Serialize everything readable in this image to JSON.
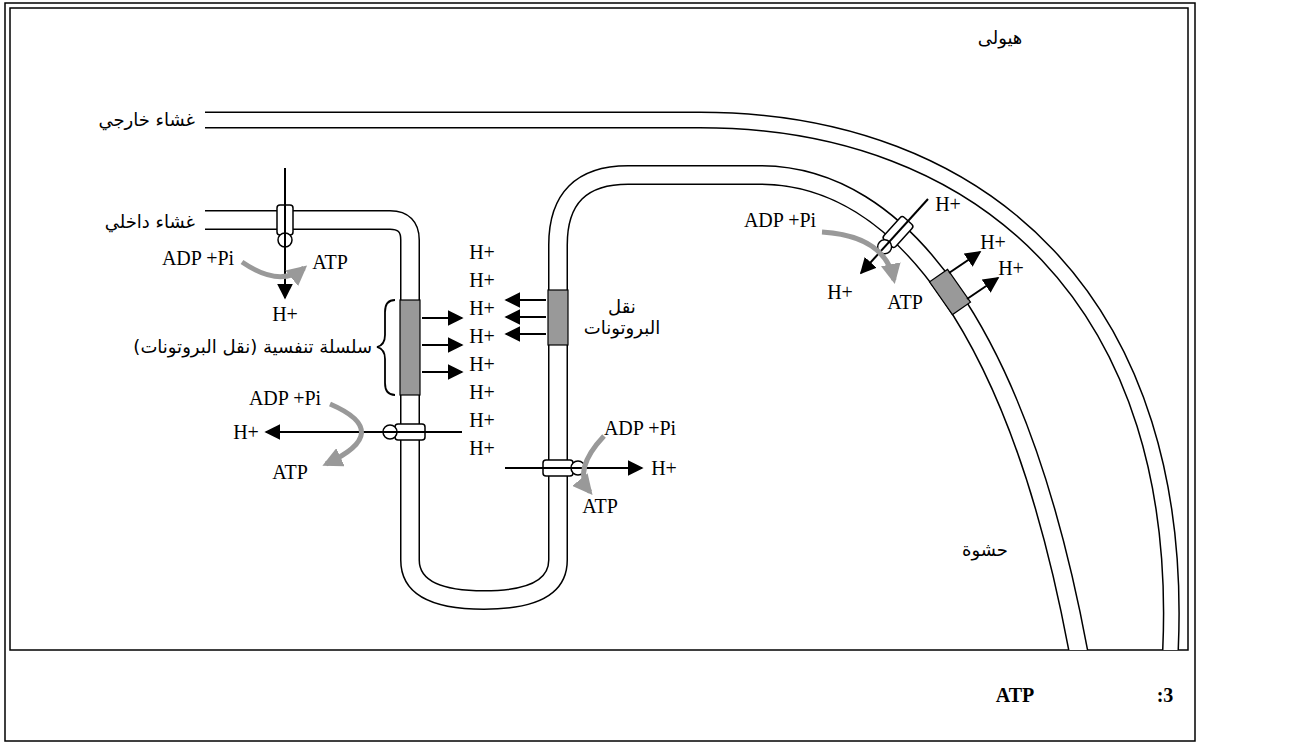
{
  "diagram": {
    "labels": [
      "هيولى",
      "غشاء خارجي",
      "غشاء داخلي",
      "ADP +Pi",
      "ATP",
      "H+",
      "H+",
      "H+",
      "H+",
      "H+",
      "H+",
      "H+",
      "H+",
      "H+",
      "سلسلة تنفسية (نقل البروتونات)",
      "نقل البروتونات",
      "ADP +Pi",
      "H+",
      "ATP",
      "ADP +Pi",
      "H+",
      "ATP",
      "ADP +Pi",
      "H+",
      "H+",
      "ATP",
      "H+",
      "H+",
      "حشوة",
      "ATP",
      ":3"
    ]
  }
}
